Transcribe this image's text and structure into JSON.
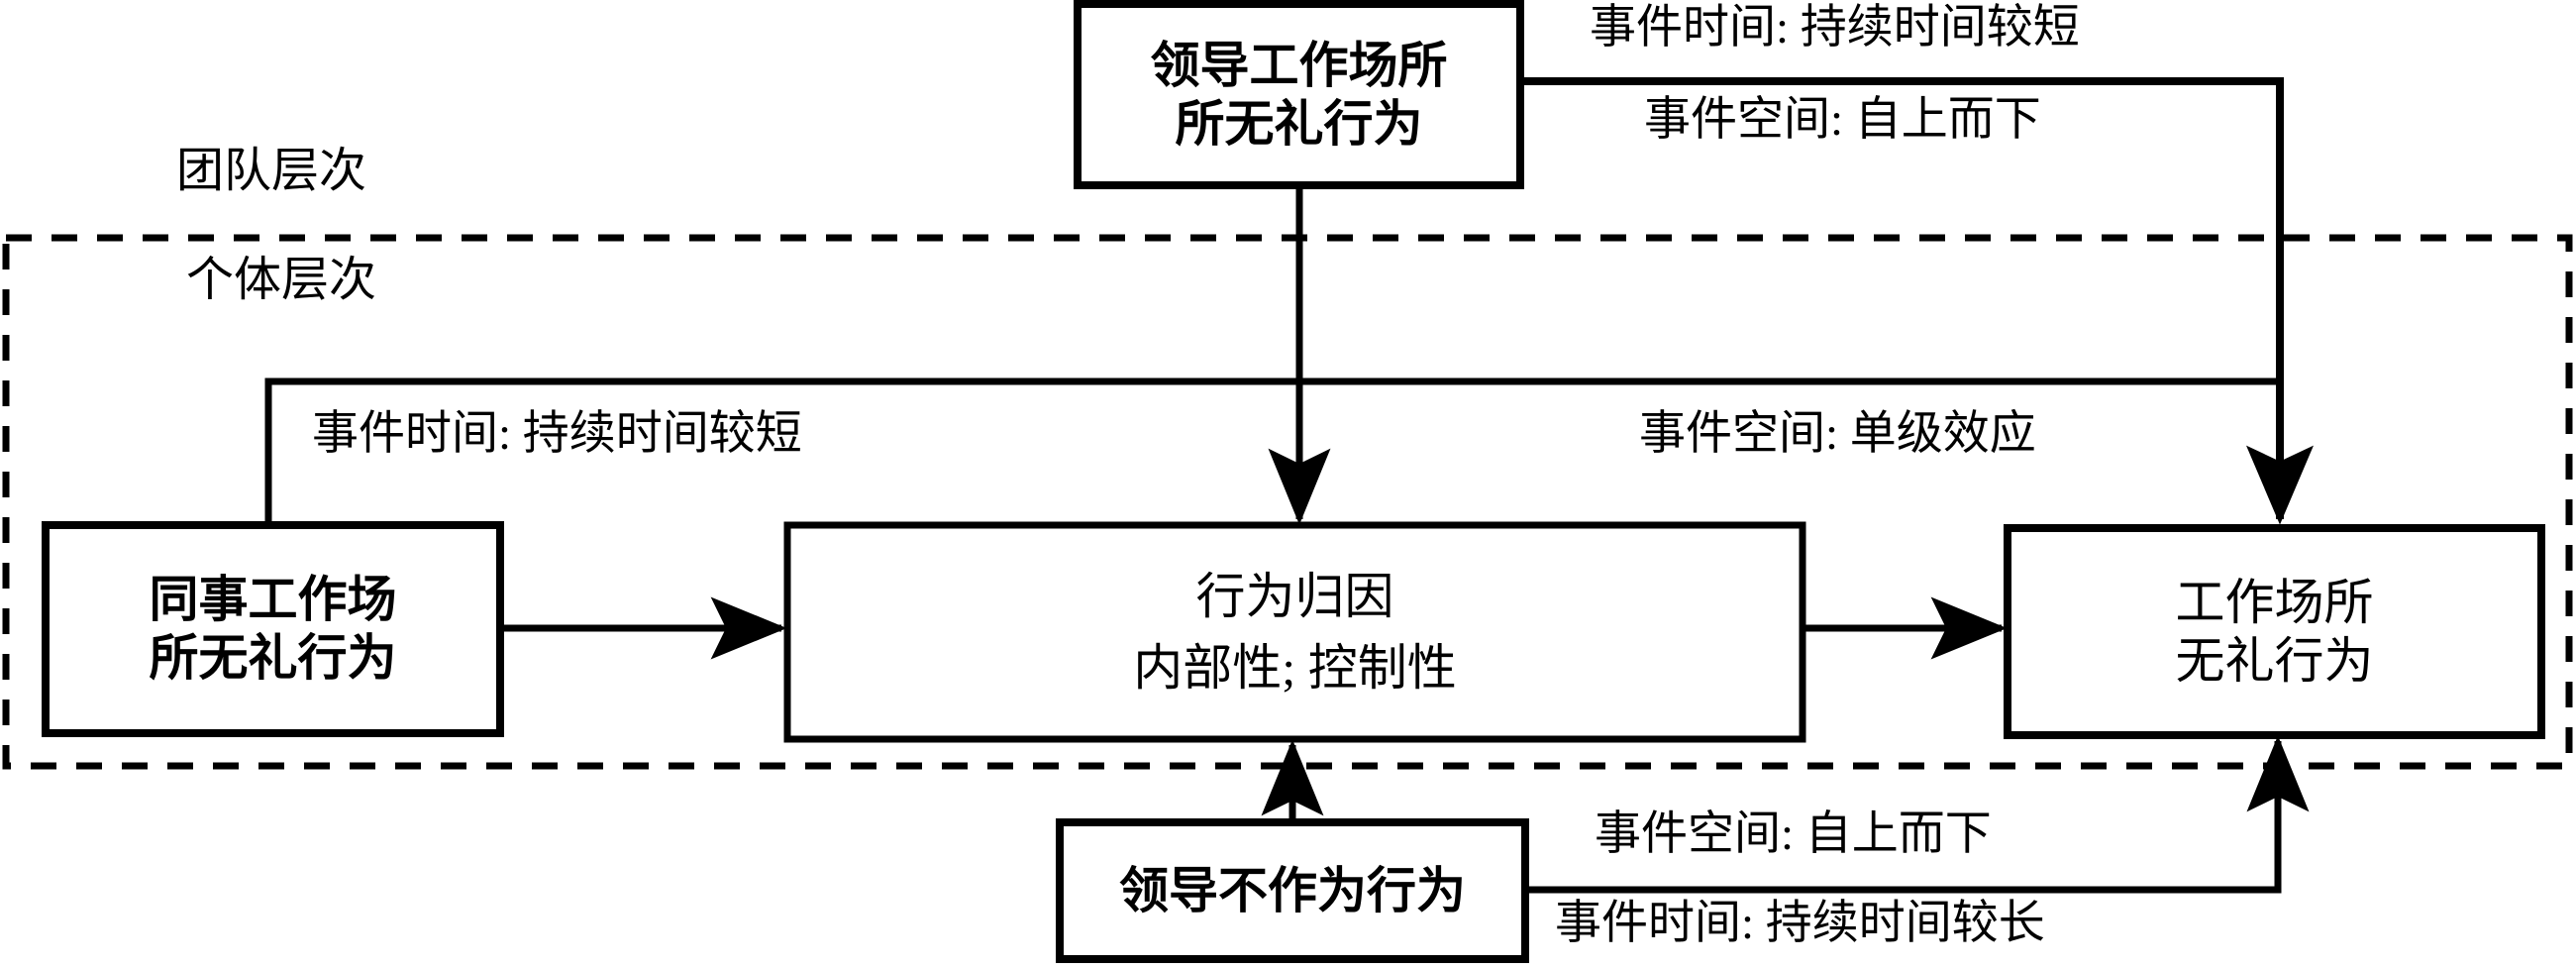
{
  "diagram": {
    "title_levels": {
      "team_level": "团队层次",
      "individual_level": "个体层次"
    },
    "nodes": {
      "leader_incivility": {
        "line1": "领导工作场所",
        "line2": "所无礼行为",
        "full": "领导工作场所无礼行为"
      },
      "coworker_incivility": {
        "line1": "同事工作场",
        "line2": "所无礼行为",
        "full": "同事工作场所无礼行为"
      },
      "attribution": {
        "line1": "行为归因",
        "line2": "内部性; 控制性",
        "full": "行为归因 内部性; 控制性"
      },
      "workplace_incivility": {
        "line1": "工作场所",
        "line2": "无礼行为",
        "full": "工作场所无礼行为"
      },
      "leader_inaction": {
        "line1": "领导不作为行为",
        "full": "领导不作为行为"
      }
    },
    "edge_labels": {
      "top_right_time": "事件时间: 持续时间较短",
      "top_right_space": "事件空间: 自上而下",
      "left_time": "事件时间: 持续时间较短",
      "right_space_single": "事件空间: 单级效应",
      "bottom_right_space": "事件空间: 自上而下",
      "bottom_right_time": "事件时间: 持续时间较长"
    },
    "colors": {
      "stroke": "#000000",
      "background": "#ffffff",
      "text": "#000000"
    }
  }
}
